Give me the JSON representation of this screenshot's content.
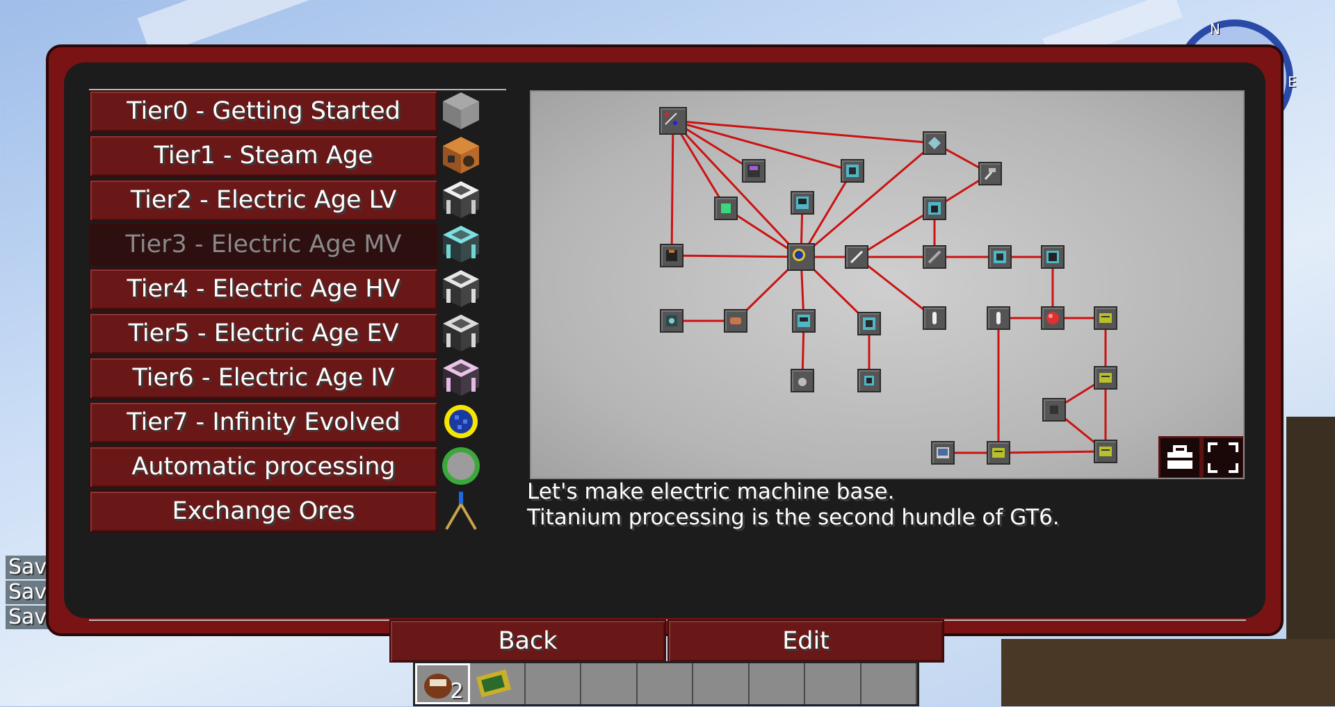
{
  "window": {
    "title": ""
  },
  "compass": {
    "north": "N",
    "east": "E"
  },
  "chat": {
    "lines": [
      "Sav",
      "Sav",
      "Sav"
    ]
  },
  "tiers": [
    {
      "label": "Tier0 - Getting Started",
      "icon": "stone-block-icon",
      "color": "#9a9a9a"
    },
    {
      "label": "Tier1 - Steam Age",
      "icon": "steam-machine-icon",
      "color": "#c7722b"
    },
    {
      "label": "Tier2 - Electric Age LV",
      "icon": "lv-machine-hull-icon",
      "color": "#e8e8e8"
    },
    {
      "label": "Tier3 - Electric Age MV",
      "icon": "mv-machine-hull-icon",
      "color": "#6fd6d6",
      "selected": true
    },
    {
      "label": "Tier4 - Electric Age HV",
      "icon": "hv-machine-hull-icon",
      "color": "#e0e0e0"
    },
    {
      "label": "Tier5 - Electric Age EV",
      "icon": "ev-machine-hull-icon",
      "color": "#d8d8d8"
    },
    {
      "label": "Tier6 - Electric Age IV",
      "icon": "iv-machine-hull-icon",
      "color": "#e6b8e6"
    },
    {
      "label": "Tier7 - Infinity Evolved",
      "icon": "infinity-catalyst-icon",
      "color": "#f5e500"
    },
    {
      "label": "Automatic processing",
      "icon": "processing-orb-icon",
      "color": "#9c9c9c"
    },
    {
      "label": "Exchange Ores",
      "icon": "ore-dowsing-icon",
      "color": "#c8a34a"
    }
  ],
  "description": {
    "line1": "Let's make electric machine base.",
    "line2": "Titanium processing is the second hundle of GT6."
  },
  "buttons": {
    "back": "Back",
    "edit": "Edit"
  },
  "map_buttons": {
    "toolbox": "toolbox-icon",
    "fullscreen": "fullscreen-icon"
  },
  "hotbar": {
    "slot1_count": "2"
  },
  "colors": {
    "frame": "#7a1414",
    "button": "#6a1717",
    "link": "#cc1111",
    "background": "#1c1c1c"
  }
}
